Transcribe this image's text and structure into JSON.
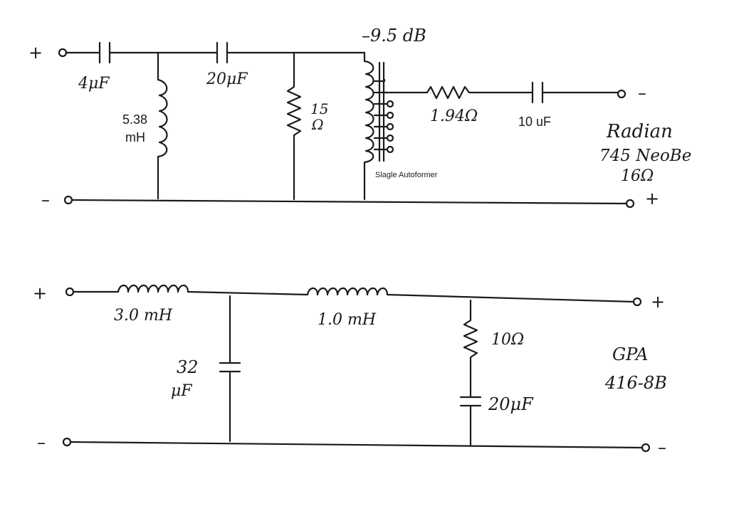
{
  "top_circuit": {
    "input_plus": "+",
    "input_minus": "–",
    "c1": "4μF",
    "l1_value": "5.38",
    "l1_unit": "mH",
    "c2": "20μF",
    "r1_value": "15",
    "r1_unit": "Ω",
    "tap_attenuation": "–9.5 dB",
    "autoformer_label": "Slagle  Autoformer",
    "r2": "1.94Ω",
    "c3": "10 uF",
    "output_minus": "–",
    "output_plus": "+",
    "driver_line1": "Radian",
    "driver_line2": "745 NeoBe",
    "driver_line3": "16Ω"
  },
  "bottom_circuit": {
    "input_plus": "+",
    "input_minus": "–",
    "l1": "3.0 mH",
    "l2": "1.0 mH",
    "c1_value": "32",
    "c1_unit": "μF",
    "r1": "10Ω",
    "c2": "20μF",
    "output_plus": "+",
    "output_minus": "–",
    "driver_line1": "GPA",
    "driver_line2": "416-8B"
  }
}
